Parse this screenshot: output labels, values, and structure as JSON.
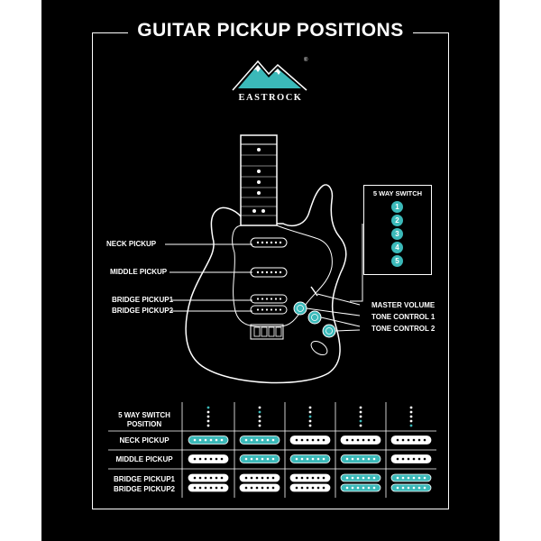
{
  "title": "GUITAR PICKUP POSITIONS",
  "brand": "EASTROCK",
  "registered_mark": "®",
  "labels": {
    "neck_pickup": "NECK PICKUP",
    "middle_pickup": "MIDDLE PICKUP",
    "bridge_pickup1": "BRIDGE PICKUP1",
    "bridge_pickup2": "BRIDGE PICKUP2",
    "master_volume": "MASTER VOLUME",
    "tone_control_1": "TONE CONTROL 1",
    "tone_control_2": "TONE CONTROL 2"
  },
  "switch_box": {
    "title": "5 WAY SWITCH",
    "positions": [
      "1",
      "2",
      "3",
      "4",
      "5"
    ]
  },
  "table": {
    "header_line1": "5 WAY SWITCH",
    "header_line2": "POSITION",
    "rows": [
      {
        "label": "NECK PICKUP",
        "active": [
          true,
          true,
          false,
          false,
          false
        ]
      },
      {
        "label": "MIDDLE PICKUP",
        "active": [
          false,
          true,
          true,
          true,
          false
        ]
      },
      {
        "label": "BRIDGE PICKUP1",
        "active": [
          false,
          false,
          false,
          true,
          true
        ]
      },
      {
        "label": "BRIDGE PICKUP2",
        "active": [
          false,
          false,
          false,
          true,
          true
        ]
      }
    ]
  },
  "colors": {
    "accent": "#3bb9b9",
    "background": "#000000",
    "line": "#ffffff"
  }
}
